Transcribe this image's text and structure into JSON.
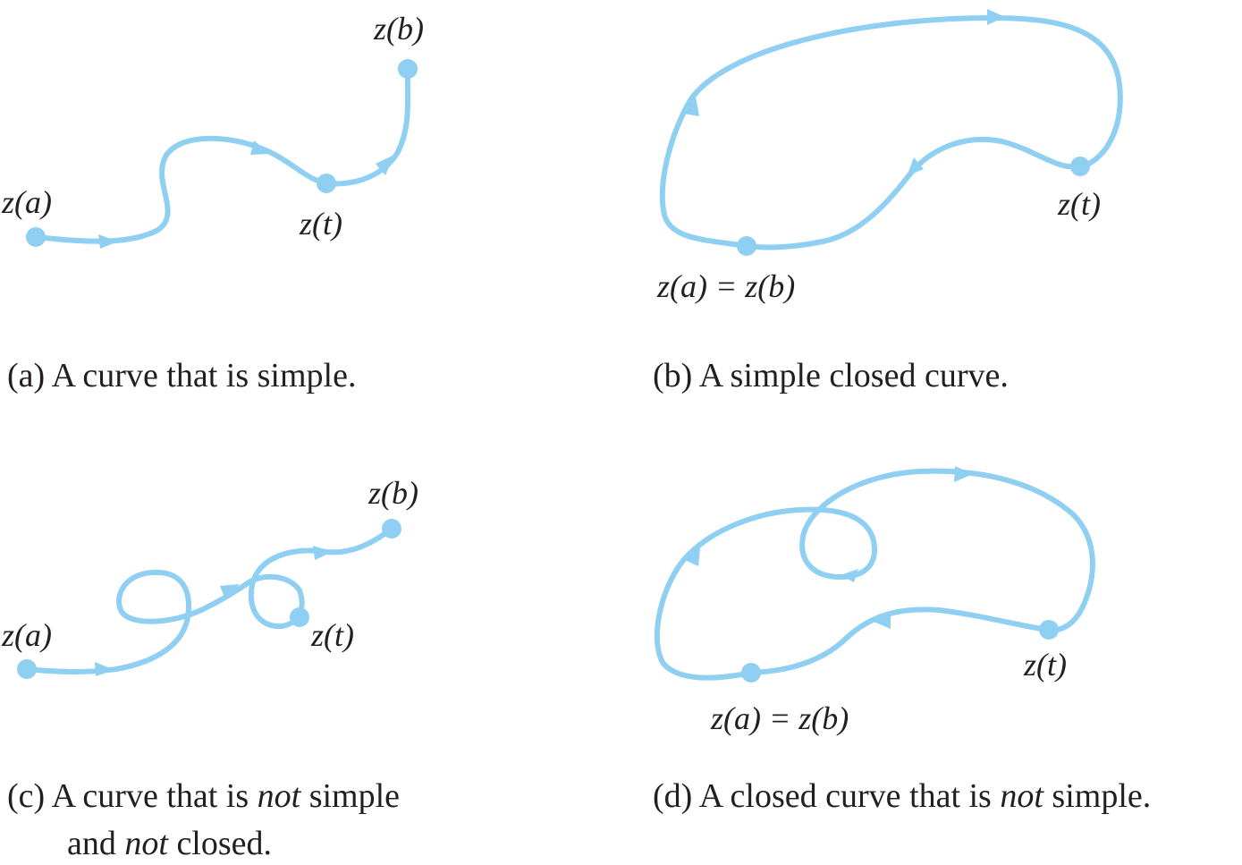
{
  "colors": {
    "curve": "#8ecff2",
    "text": "#231f20",
    "background": "#ffffff"
  },
  "panels": {
    "a": {
      "caption": "(a) A curve that is simple.",
      "labels": {
        "start": "z(a)",
        "mid": "z(t)",
        "end": "z(b)"
      }
    },
    "b": {
      "caption": "(b) A simple closed curve.",
      "labels": {
        "start_end": "z(a) = z(b)",
        "mid": "z(t)"
      }
    },
    "c": {
      "caption_line1_pre": "(c) A curve that is ",
      "caption_line1_em": "not",
      "caption_line1_post": " simple",
      "caption_line2_pre": "and ",
      "caption_line2_em": "not",
      "caption_line2_post": " closed.",
      "labels": {
        "start": "z(a)",
        "mid": "z(t)",
        "end": "z(b)"
      }
    },
    "d": {
      "caption_pre": "(d) A closed curve that is ",
      "caption_em": "not",
      "caption_post": " simple.",
      "labels": {
        "start_end": "z(a) = z(b)",
        "mid": "z(t)"
      }
    }
  }
}
